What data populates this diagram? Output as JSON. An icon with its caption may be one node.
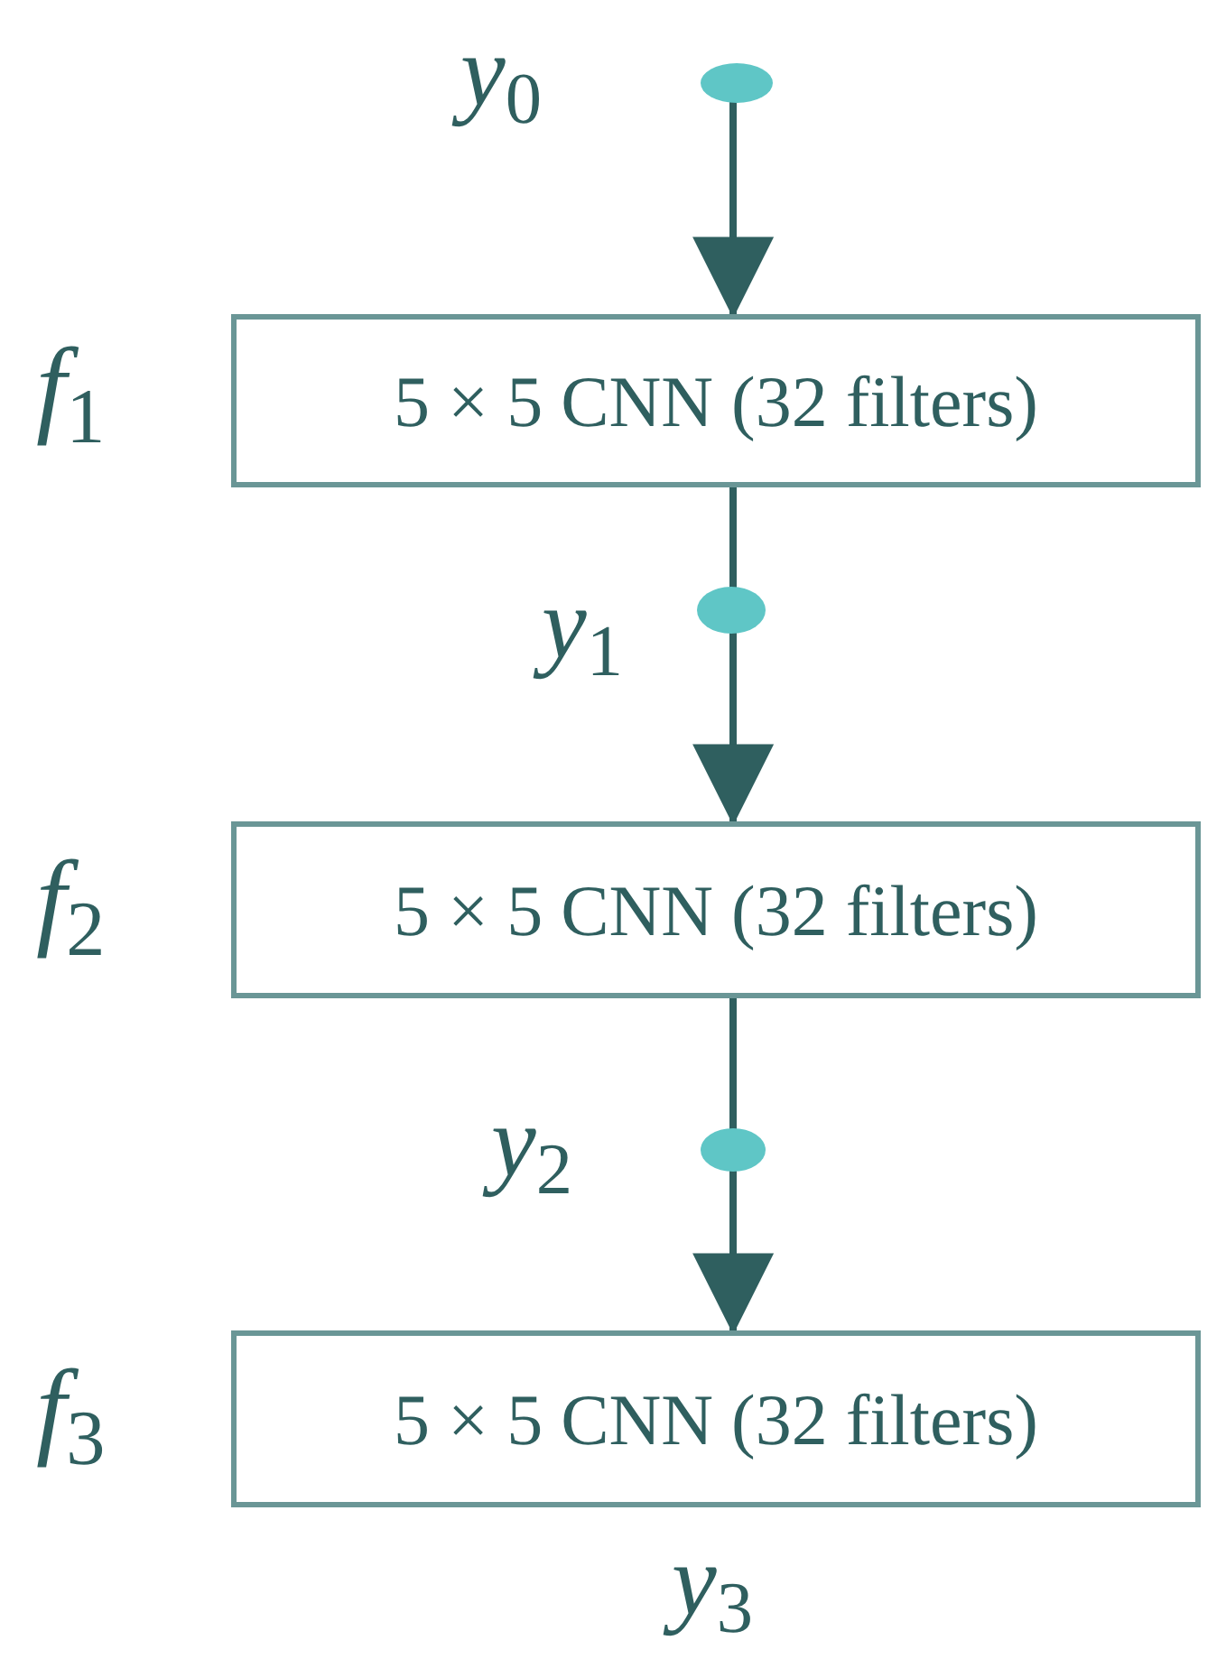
{
  "diagram": {
    "nodes": [
      {
        "text": [],
        "shape": "circle",
        "beside": [
          "*y*$_{0}$"
        ]
      },
      {
        "text": [
          "5 × 5 CNN (32 filters)"
        ],
        "beside": [
          "*f*$_{1}$"
        ]
      },
      {
        "text": [],
        "shape": "circle",
        "beside": [
          "*y*$_{1}$"
        ]
      },
      {
        "text": [
          "5 × 5 CNN (32 filters)"
        ],
        "beside": [
          "*f*$_{2}$"
        ]
      },
      {
        "text": [],
        "shape": "circle",
        "beside": [
          "*y*$_{2}$"
        ]
      },
      {
        "text": [
          "5 × 5 CNN (32 filters)"
        ],
        "beside": [
          "*f*$_{3}$"
        ]
      }
    ],
    "edges": [
      {
        "from": 0,
        "to": 1,
        "arrow": "to"
      },
      {
        "from": 1,
        "to": 2,
        "arrow": "none"
      },
      {
        "from": 2,
        "to": 3,
        "arrow": "to"
      },
      {
        "from": 3,
        "to": 4,
        "arrow": "none"
      },
      {
        "from": 4,
        "to": 5,
        "arrow": "to"
      }
    ],
    "labels": [
      "*y*$_{3}$"
    ]
  }
}
